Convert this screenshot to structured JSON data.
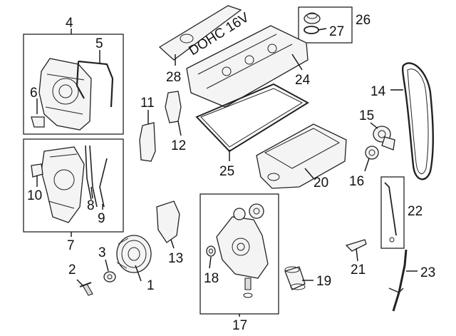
{
  "diagram": {
    "colors": {
      "ink": "#111111",
      "part_fill": "#f4f4f4",
      "background": "#ffffff"
    },
    "cover_lettering": "DOHC 16V",
    "callouts": [
      {
        "id": "1",
        "label": "1"
      },
      {
        "id": "2",
        "label": "2"
      },
      {
        "id": "3",
        "label": "3"
      },
      {
        "id": "4",
        "label": "4"
      },
      {
        "id": "5",
        "label": "5"
      },
      {
        "id": "6",
        "label": "6"
      },
      {
        "id": "7",
        "label": "7"
      },
      {
        "id": "8",
        "label": "8"
      },
      {
        "id": "9",
        "label": "9"
      },
      {
        "id": "10",
        "label": "10"
      },
      {
        "id": "11",
        "label": "11"
      },
      {
        "id": "12",
        "label": "12"
      },
      {
        "id": "13",
        "label": "13"
      },
      {
        "id": "14",
        "label": "14"
      },
      {
        "id": "15",
        "label": "15"
      },
      {
        "id": "16",
        "label": "16"
      },
      {
        "id": "17",
        "label": "17"
      },
      {
        "id": "18",
        "label": "18"
      },
      {
        "id": "19",
        "label": "19"
      },
      {
        "id": "20",
        "label": "20"
      },
      {
        "id": "21",
        "label": "21"
      },
      {
        "id": "22",
        "label": "22"
      },
      {
        "id": "23",
        "label": "23"
      },
      {
        "id": "24",
        "label": "24"
      },
      {
        "id": "25",
        "label": "25"
      },
      {
        "id": "26",
        "label": "26"
      },
      {
        "id": "27",
        "label": "27"
      },
      {
        "id": "28",
        "label": "28"
      }
    ]
  }
}
